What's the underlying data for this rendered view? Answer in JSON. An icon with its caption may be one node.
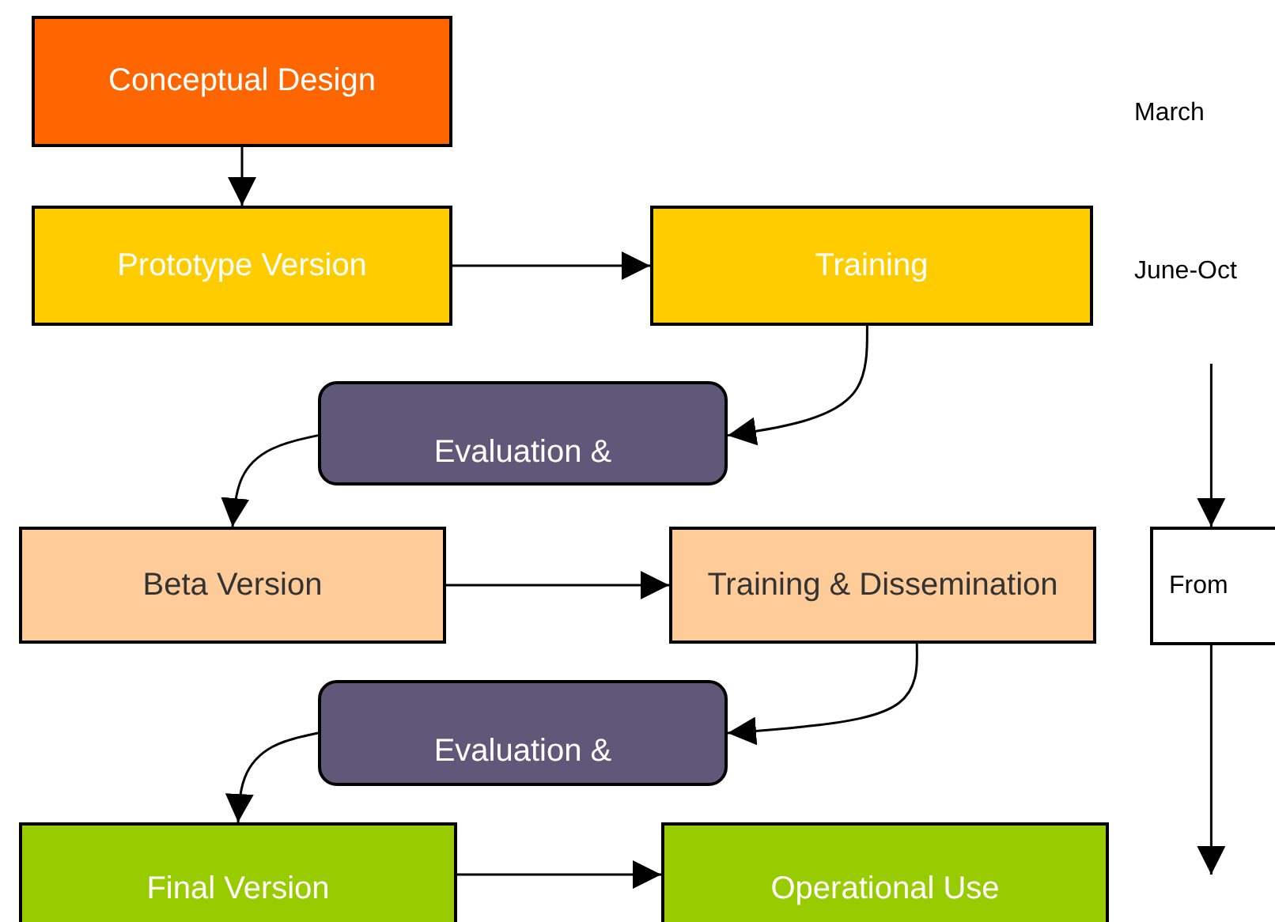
{
  "diagram": {
    "nodes": [
      {
        "text": [
          "Conceptual Design"
        ]
      },
      {
        "text": [
          "Prototype Version"
        ]
      },
      {
        "text": [
          "Training"
        ]
      },
      {
        "text": [
          "Evaluation &"
        ]
      },
      {
        "text": [
          "Beta Version"
        ]
      },
      {
        "text": [
          "Training & Dissemination"
        ]
      },
      {
        "text": [
          "Evaluation &"
        ]
      },
      {
        "text": [
          "Final Version"
        ]
      },
      {
        "text": [
          "Operational Use"
        ]
      },
      {
        "text": [
          "From"
        ]
      }
    ],
    "edges": [
      {
        "from": 0,
        "to": 1,
        "arrow": "to"
      },
      {
        "from": 1,
        "to": 2,
        "arrow": "to"
      },
      {
        "from": 2,
        "to": 3,
        "arrow": "to"
      },
      {
        "from": 3,
        "to": 4,
        "arrow": "to"
      },
      {
        "from": 4,
        "to": 5,
        "arrow": "to"
      },
      {
        "from": 5,
        "to": 6,
        "arrow": "to"
      },
      {
        "from": 6,
        "to": 7,
        "arrow": "to"
      },
      {
        "from": 7,
        "to": 8,
        "arrow": "to"
      },
      {
        "from": null,
        "to": 9,
        "arrow": "to"
      },
      {
        "from": 9,
        "to": null,
        "arrow": "to"
      }
    ],
    "labels": [
      "March",
      "June-Oct"
    ]
  }
}
